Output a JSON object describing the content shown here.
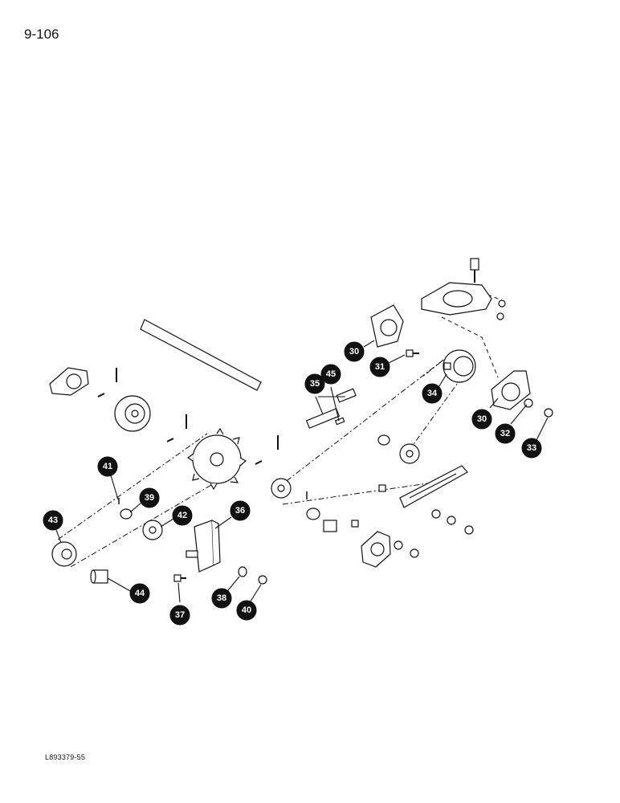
{
  "page": {
    "page_number": "9-106",
    "drawing_id": "L893379-55"
  },
  "callouts": [
    {
      "id": "c30a",
      "label": "30"
    },
    {
      "id": "c31",
      "label": "31"
    },
    {
      "id": "c34",
      "label": "34"
    },
    {
      "id": "c30b",
      "label": "30"
    },
    {
      "id": "c32",
      "label": "32"
    },
    {
      "id": "c33",
      "label": "33"
    },
    {
      "id": "c35",
      "label": "35"
    },
    {
      "id": "c45",
      "label": "45"
    },
    {
      "id": "c41",
      "label": "41"
    },
    {
      "id": "c39",
      "label": "39"
    },
    {
      "id": "c43",
      "label": "43"
    },
    {
      "id": "c42",
      "label": "42"
    },
    {
      "id": "c36",
      "label": "36"
    },
    {
      "id": "c44",
      "label": "44"
    },
    {
      "id": "c37",
      "label": "37"
    },
    {
      "id": "c38",
      "label": "38"
    },
    {
      "id": "c40",
      "label": "40"
    }
  ]
}
